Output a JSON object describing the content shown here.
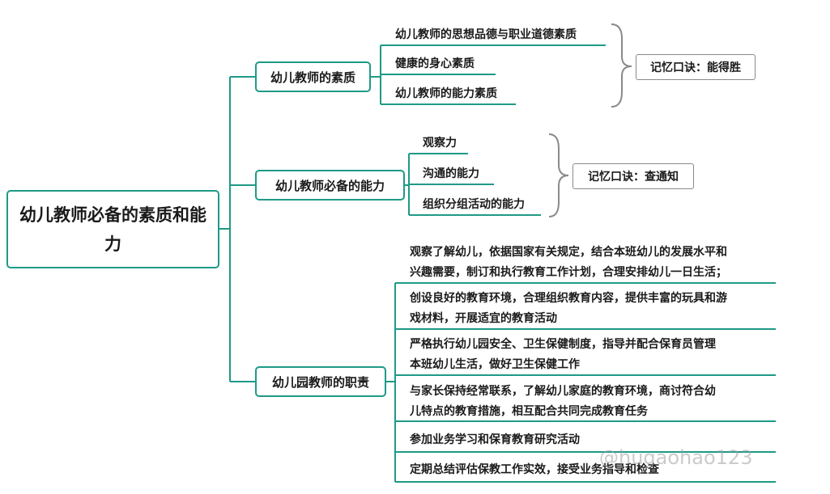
{
  "root": {
    "title": "幼儿教师必备的素质和能力"
  },
  "branches": [
    {
      "label": "幼儿教师的素质",
      "items": [
        "幼儿教师的思想品德与职业道德素质",
        "健康的身心素质",
        "幼儿教师的能力素质"
      ],
      "mnemonic": "记忆口诀：能得胜"
    },
    {
      "label": "幼儿教师必备的能力",
      "items": [
        "观察力",
        "沟通的能力",
        "组织分组活动的能力"
      ],
      "mnemonic": "记忆口诀：查通知"
    },
    {
      "label": "幼儿园教师的职责",
      "items": [
        [
          "观察了解幼儿，依据国家有关规定，结合本班幼儿的发展水平和",
          "兴趣需要，制订和执行教育工作计划，合理安排幼儿一日生活；"
        ],
        [
          "创设良好的教育环境，合理组织教育内容，提供丰富的玩具和游",
          "戏材料，开展适宜的教育活动"
        ],
        [
          "严格执行幼儿园安全、卫生保健制度，指导并配合保育员管理",
          "本班幼儿生活，做好卫生保健工作"
        ],
        [
          "与家长保持经常联系，了解幼儿家庭的教育环境，商讨符合幼",
          "儿特点的教育措施，相互配合共同完成教育任务"
        ],
        [
          "参加业务学习和保育教育研究活动"
        ],
        [
          "定期总结评估保教工作实效，接受业务指导和检查"
        ]
      ]
    }
  ],
  "watermark": "@hugaohao123",
  "colors": {
    "line": "#1e9a86",
    "brace": "#8a8a8a"
  }
}
